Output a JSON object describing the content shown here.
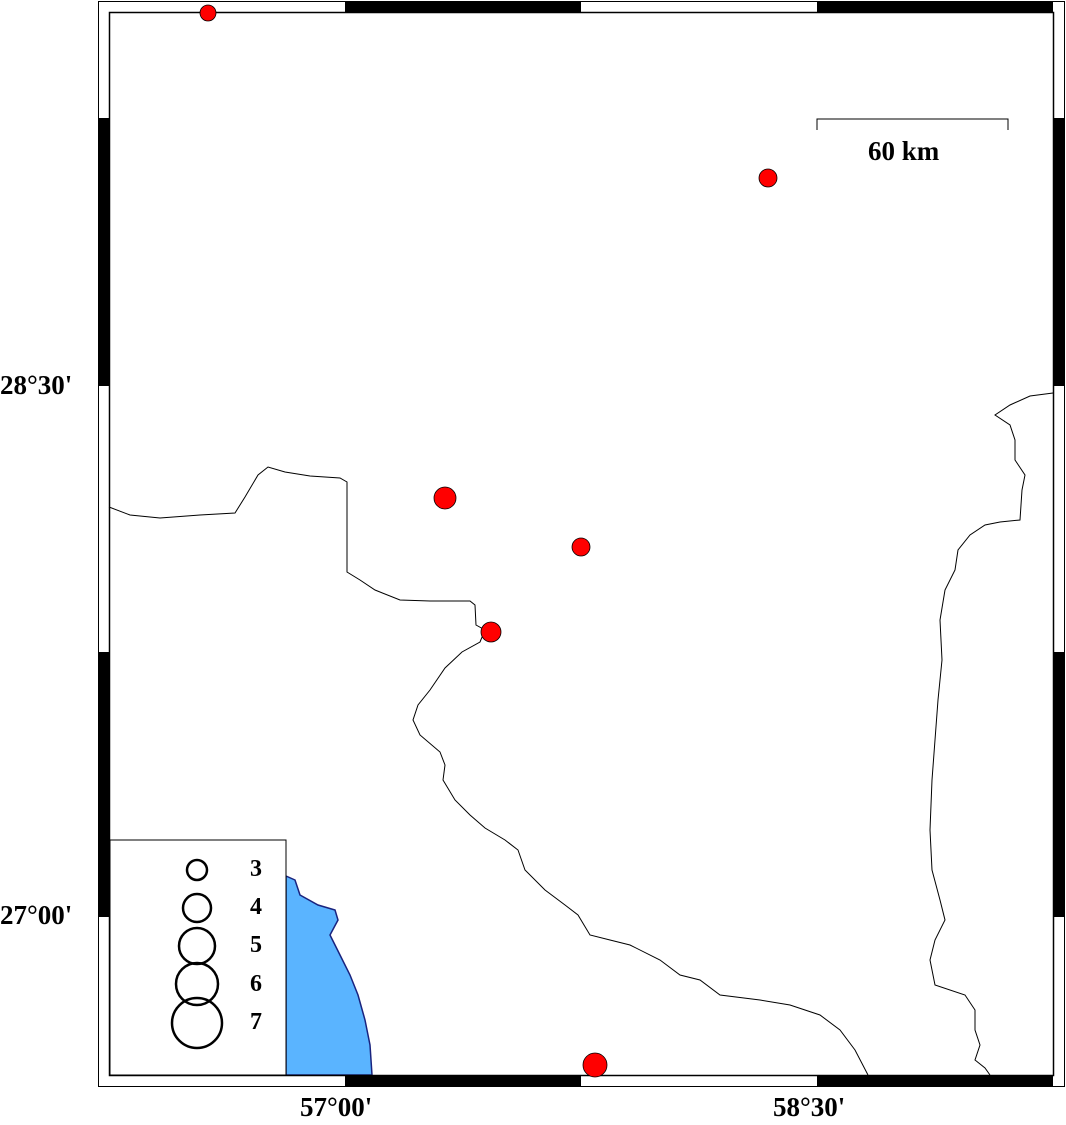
{
  "map": {
    "x_ticks": [
      "57°00'",
      "58°30'"
    ],
    "y_ticks": [
      "28°30'",
      "27°00'"
    ],
    "scale_bar": "60 km",
    "legend": {
      "magnitudes": [
        "3",
        "4",
        "5",
        "6",
        "7"
      ]
    },
    "colors": {
      "sea": "#5ab4ff",
      "event": "#ff0000",
      "coast": "#1a237e"
    },
    "events": [
      {
        "mag": 4.3
      },
      {
        "mag": 4.5
      },
      {
        "mag": 5.0
      },
      {
        "mag": 4.5
      },
      {
        "mag": 4.6
      },
      {
        "mag": 5.0
      }
    ]
  }
}
